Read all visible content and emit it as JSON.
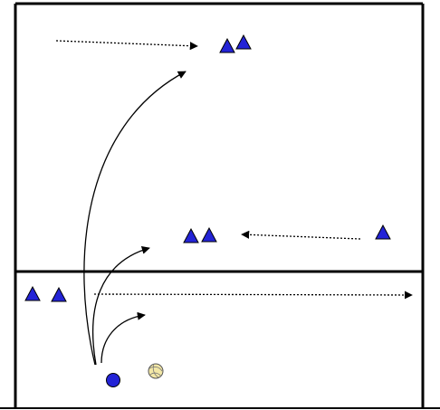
{
  "diagram": {
    "background": "#ffffff",
    "line_color": "#000000",
    "player_color": "#2323d6",
    "ball_color": "#f2e7a6",
    "players": {
      "top_group": 2,
      "middle_group": 2,
      "right_single": 1,
      "lower_left_group": 2
    },
    "marks": {
      "ball": "ball-icon",
      "circle_player": "circle-player",
      "triangle_player": "triangle-player"
    }
  }
}
